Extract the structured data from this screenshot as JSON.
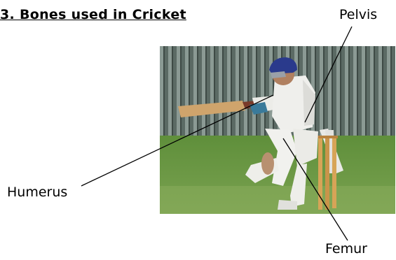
{
  "title": "3. Bones used in Cricket",
  "labels": {
    "pelvis": "Pelvis",
    "humerus": "Humerus",
    "femur": "Femur"
  },
  "image": {
    "subject": "cricket batsman playing a pull shot",
    "icon": "cricket-photo"
  },
  "colors": {
    "fence": "#4c5a54",
    "grass": "#5a8a3a",
    "helmet": "#2a3a8c",
    "bat": "#c9a06a",
    "stumps": "#d6a256"
  }
}
